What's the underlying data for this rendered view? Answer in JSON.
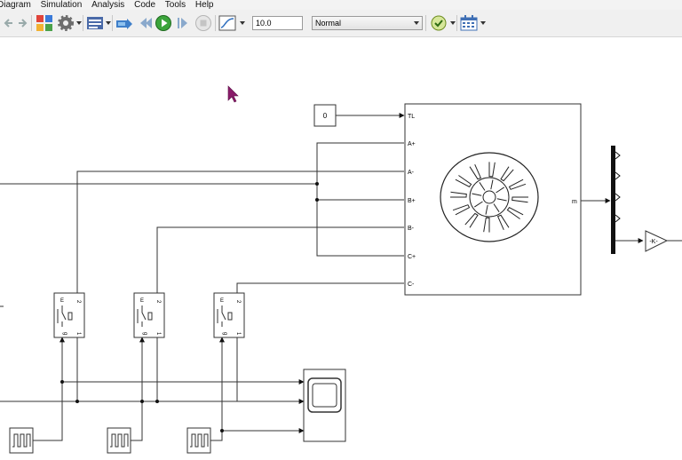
{
  "menu": {
    "items": [
      "Diagram",
      "Simulation",
      "Analysis",
      "Code",
      "Tools",
      "Help"
    ],
    "underline": [
      "D",
      "S",
      "A",
      "C",
      "T",
      "H"
    ]
  },
  "toolbar": {
    "stop_time": "10.0",
    "simulation_mode": "Normal",
    "icons": [
      "back-arrow-icon",
      "forward-arrow-icon",
      "library-browser-icon",
      "model-settings-icon",
      "model-explorer-icon",
      "build-icon",
      "step-back-icon",
      "run-icon",
      "step-forward-icon",
      "stop-icon",
      "scope-icon",
      "model-advisor-icon",
      "data-inspector-icon"
    ]
  },
  "model": {
    "constant_value": "0",
    "motor_ports": [
      "TL",
      "A+",
      "A-",
      "B+",
      "B-",
      "C+",
      "C-"
    ],
    "motor_output": "m",
    "gain_label": "-K-",
    "switch_labels": {
      "e": "E",
      "g": "g",
      "one": "1",
      "two": "2"
    }
  }
}
